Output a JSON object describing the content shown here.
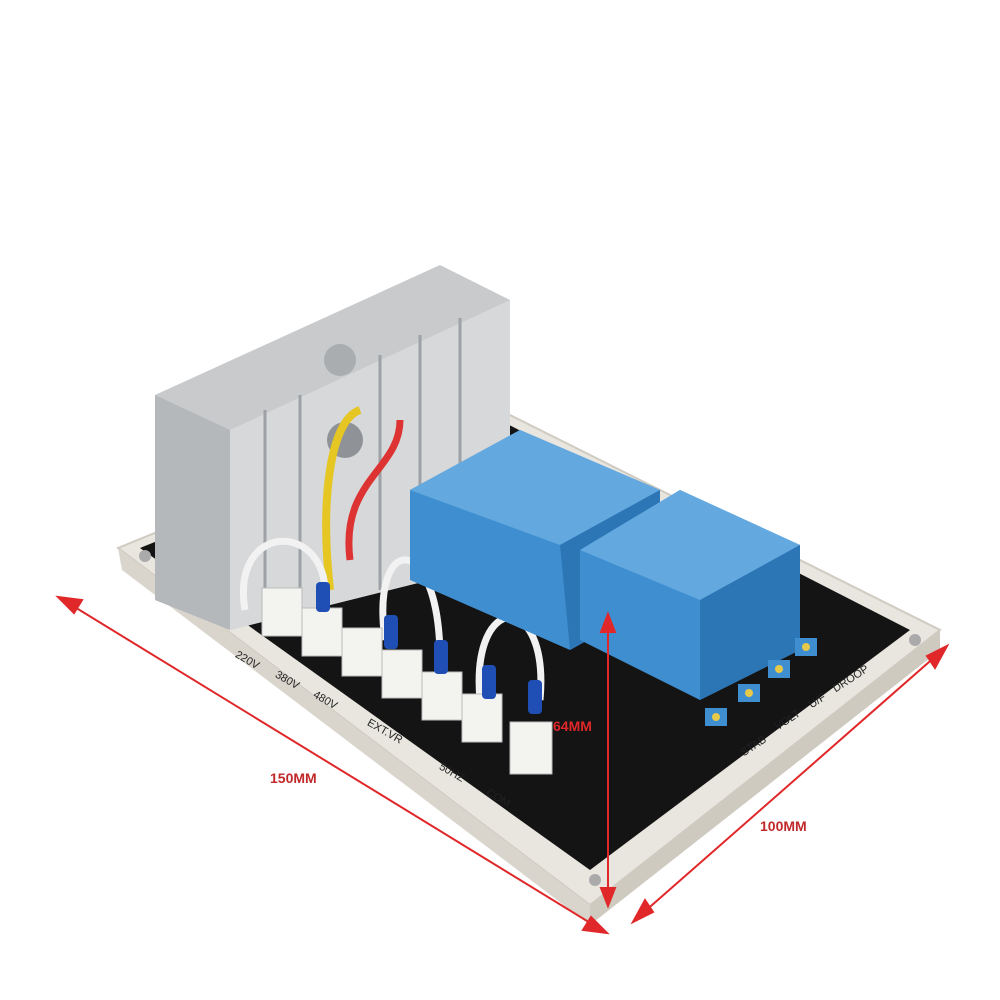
{
  "product": {
    "terminal_labels": [
      "220V",
      "380V",
      "480V",
      "EXT.VR",
      "50HZ",
      "COM"
    ],
    "pot_labels": [
      "STAB",
      "VOLT",
      "U/F",
      "DROOP"
    ],
    "dimensions": {
      "length": "150MM",
      "width": "100MM",
      "height": "64MM"
    }
  },
  "colors": {
    "arrow": "#e0282a",
    "transformer": "#3f8fd0",
    "pcb": "#141414",
    "base": "#e8e6df",
    "heatsink": "#c8cacc"
  }
}
